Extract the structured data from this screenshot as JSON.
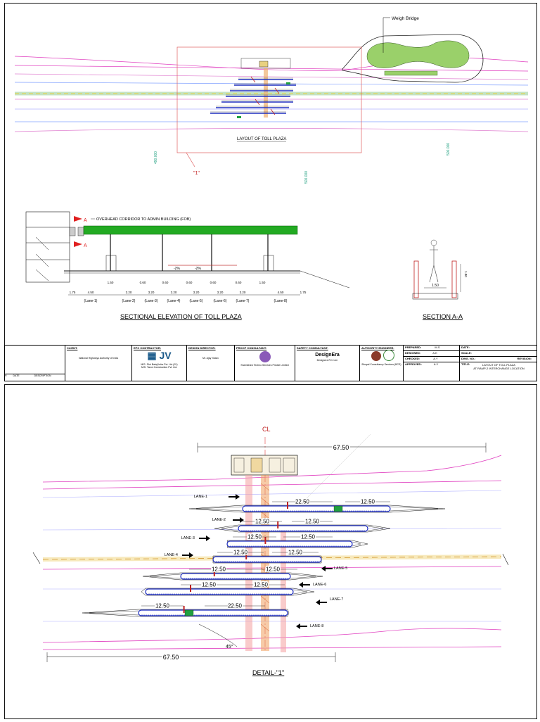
{
  "sheet1": {
    "weigh_bridge_label": "Weigh Bridge",
    "layout_label": "LAYOUT OF TOLL PLAZA",
    "detail_marker": "\"1\"",
    "chainage_labels": [
      "490.000",
      "500.000",
      "500.000"
    ],
    "section_title": "SECTIONAL ELEVATION OF TOLL PLAZA",
    "section_aa_title": "SECTION A-A",
    "fob_label": "OVERHEAD CORRIDOR TO ADMIN BUILDING (FOB)",
    "section_marker": "A",
    "slope_labels": [
      "-2%",
      "-2%"
    ],
    "top_dims": [
      "1.50",
      "0.60",
      "0.60",
      "0.60",
      "0.60",
      "0.60",
      "1.50"
    ],
    "lane_widths": [
      "1.75",
      "4.50",
      "3.20",
      "3.20",
      "3.20",
      "3.20",
      "3.20",
      "3.20",
      "4.50",
      "1.75"
    ],
    "lane_names": [
      "(Lane-1)",
      "(Lane-2)",
      "(Lane-3)",
      "(Lane-4)",
      "(Lane-5)",
      "(Lane-6)",
      "(Lane-7)",
      "(Lane-8)"
    ],
    "aa_width": "1.50",
    "aa_height": "1.80"
  },
  "title_block": {
    "client_head": "CLIENT:",
    "client_name": "National Highways Authority of India",
    "epc_head": "EPC CONTRACTOR:",
    "epc_names": [
      "M/S. Shri Balaji Infra Pvt. Ltd.(JV)",
      "M/S. Tarun Construction Pvt. Ltd."
    ],
    "design_director_head": "DESIGN DIRECTOR:",
    "design_director": "Mr. Ajay Yadav",
    "proof_head": "PROOF CONSULTANT:",
    "proof_name": "Shambhavi Techno Services Private Limited",
    "safety_head": "SAFETY CONSULTANT:",
    "safety_logo": "DesignEra",
    "safety_name": "Designera Pvt. Ltd.",
    "authority_head": "AUTHORITY ENGINEER:",
    "authority_name": "Bhopal Consultancy Services (BCS)",
    "prepared": "PREPARED:",
    "designed": "DESIGNED:",
    "checked": "CHECKED:",
    "approved": "APPROVED:",
    "prepared_val": "M.S",
    "designed_val": "A.K",
    "checked_val": "A.Y",
    "approved_val": "A.Y",
    "date_head": "DATE:",
    "scale_head": "SCALE:",
    "dwg_head": "DWG. NO.:",
    "revision_head": "REVISION:",
    "title_head": "TITLE:",
    "drawing_title": "LAYOUT OF TOLL PLAZA",
    "drawing_subtitle": "AT RAMP-2 INTERCHANGE LOCATION",
    "rev_no": "R",
    "date_col": "DATE",
    "description_col": "DESCRIPTION"
  },
  "sheet2": {
    "centerline": "CL",
    "overall_top": "67.50",
    "overall_bottom": "67.50",
    "angle": "45°",
    "detail_title": "DETAIL-\"1\"",
    "lanes_left": [
      "LANE-1",
      "LANE-2",
      "LANE-3",
      "LANE-4"
    ],
    "lanes_right": [
      "LANE-5",
      "LANE-6",
      "LANE-7",
      "LANE-8"
    ],
    "island_dims": [
      [
        "22.50",
        "12.50"
      ],
      [
        "12.50",
        "12.50"
      ],
      [
        "12.50",
        "12.50"
      ],
      [
        "12.50",
        "12.50"
      ],
      [
        "12.50",
        "12.50"
      ],
      [
        "12.50",
        "12.50"
      ],
      [
        "12.50",
        "22.50"
      ]
    ]
  }
}
